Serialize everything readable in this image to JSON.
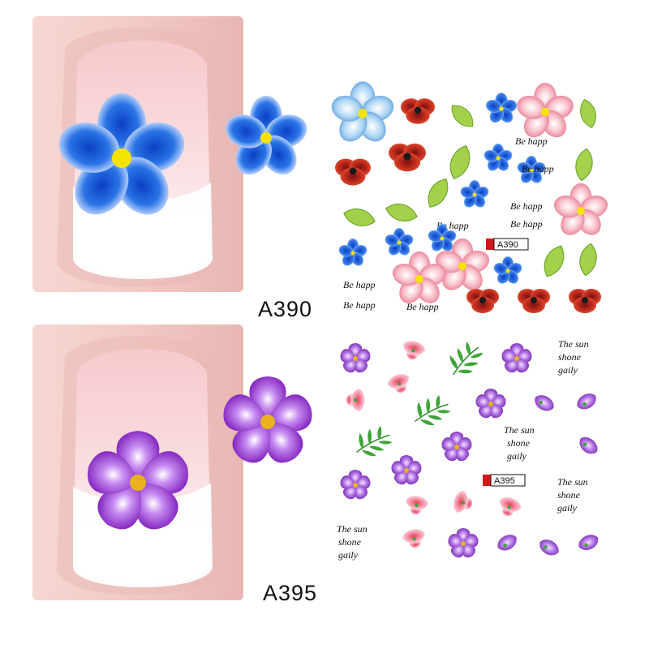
{
  "products": [
    {
      "code": "A390",
      "sheet_tag": "A390",
      "phrase": "Be happ",
      "colors": {
        "flower": "#2a5fd6",
        "flower_light": "#bcd0ff",
        "center": "#f5e400",
        "red": "#c0281e",
        "pink": "#ee8ea0",
        "leaf": "#8cc63f"
      }
    },
    {
      "code": "A395",
      "sheet_tag": "A395",
      "phrase_lines": [
        "The sun",
        "shone",
        "gaily"
      ],
      "colors": {
        "flower": "#8a2ec4",
        "flower_light": "#e7c9fb",
        "center": "#e9b21c",
        "pink": "#f07a93",
        "leaf": "#3fa538"
      }
    }
  ]
}
